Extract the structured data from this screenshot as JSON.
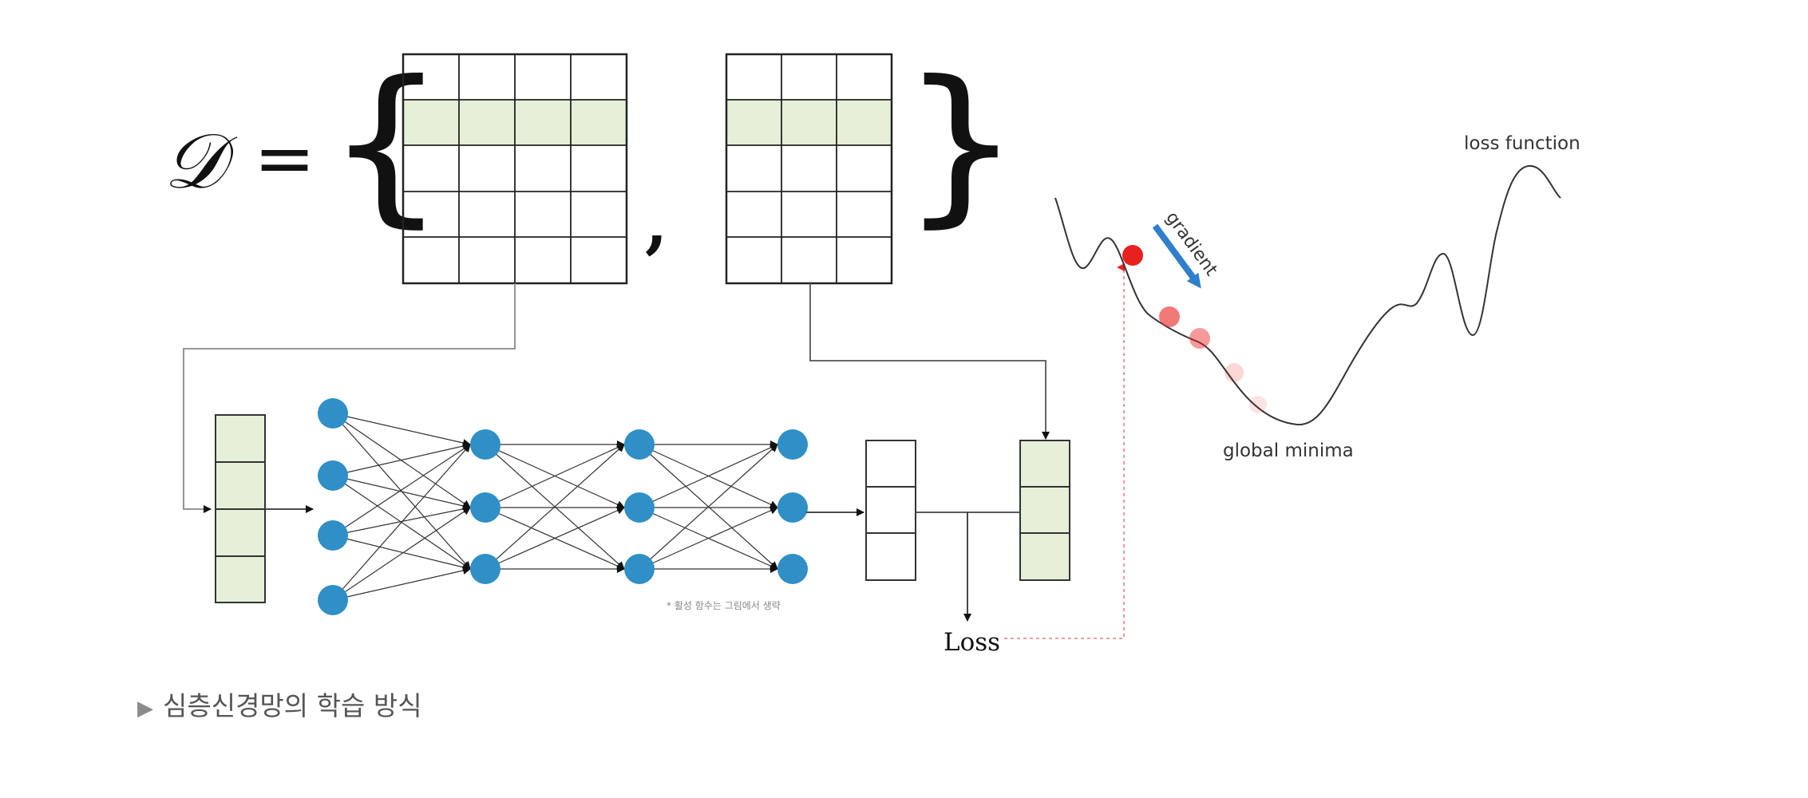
{
  "formula": {
    "symbol": "𝒟",
    "equals": "=",
    "open_brace": "{",
    "comma": ",",
    "close_brace": "}"
  },
  "network": {
    "footnote": "* 활성 함수는 그림에서 생략",
    "loss_label": "Loss",
    "node_color": "#2f8fc6",
    "highlight_color": "#e6f0d8"
  },
  "loss_curve": {
    "title": "loss function",
    "gradient_label": "gradient",
    "minima_label": "global minima",
    "ball_color": "#e8201e",
    "arrow_color": "#2f7fcc"
  },
  "caption": {
    "marker": "▶",
    "text": "심층신경망의 학습 방식"
  }
}
